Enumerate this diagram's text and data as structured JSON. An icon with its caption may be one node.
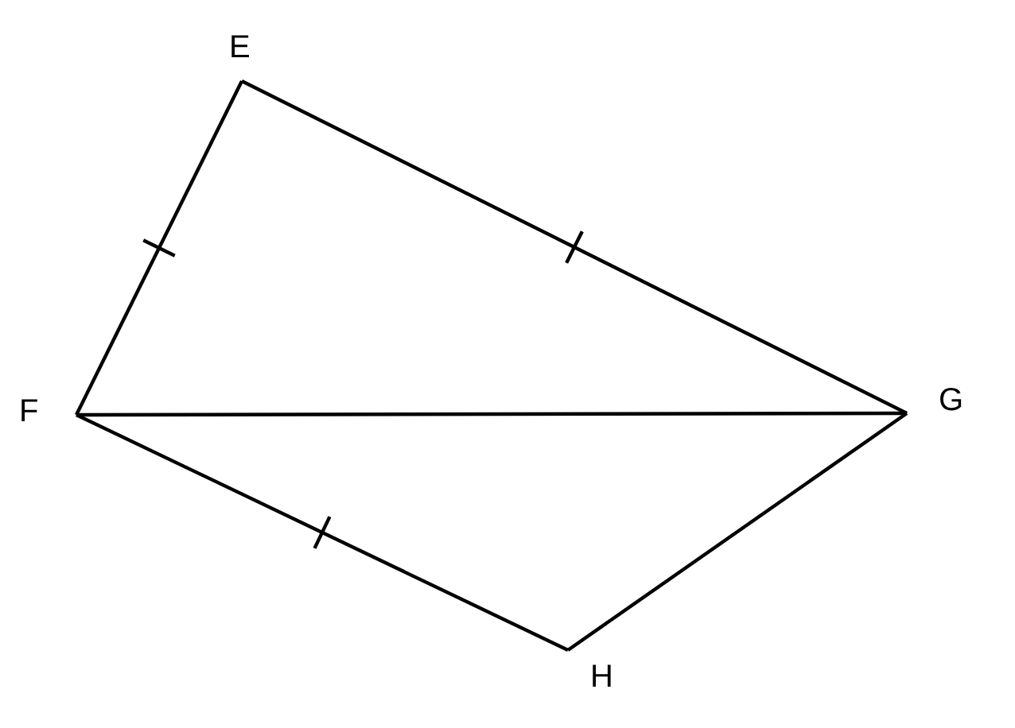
{
  "diagram": {
    "nodes": [
      {
        "text": [
          "E"
        ]
      },
      {
        "text": [
          "F"
        ]
      },
      {
        "text": [
          "G"
        ]
      },
      {
        "text": [
          "H"
        ]
      }
    ],
    "edges": [
      {
        "from": 1,
        "to": 0,
        "arrow": "none"
      },
      {
        "from": 0,
        "to": 2,
        "arrow": "none"
      },
      {
        "from": 1,
        "to": 2,
        "arrow": "none"
      },
      {
        "from": 1,
        "to": 3,
        "arrow": "none"
      },
      {
        "from": 3,
        "to": 2,
        "arrow": "none"
      }
    ]
  }
}
